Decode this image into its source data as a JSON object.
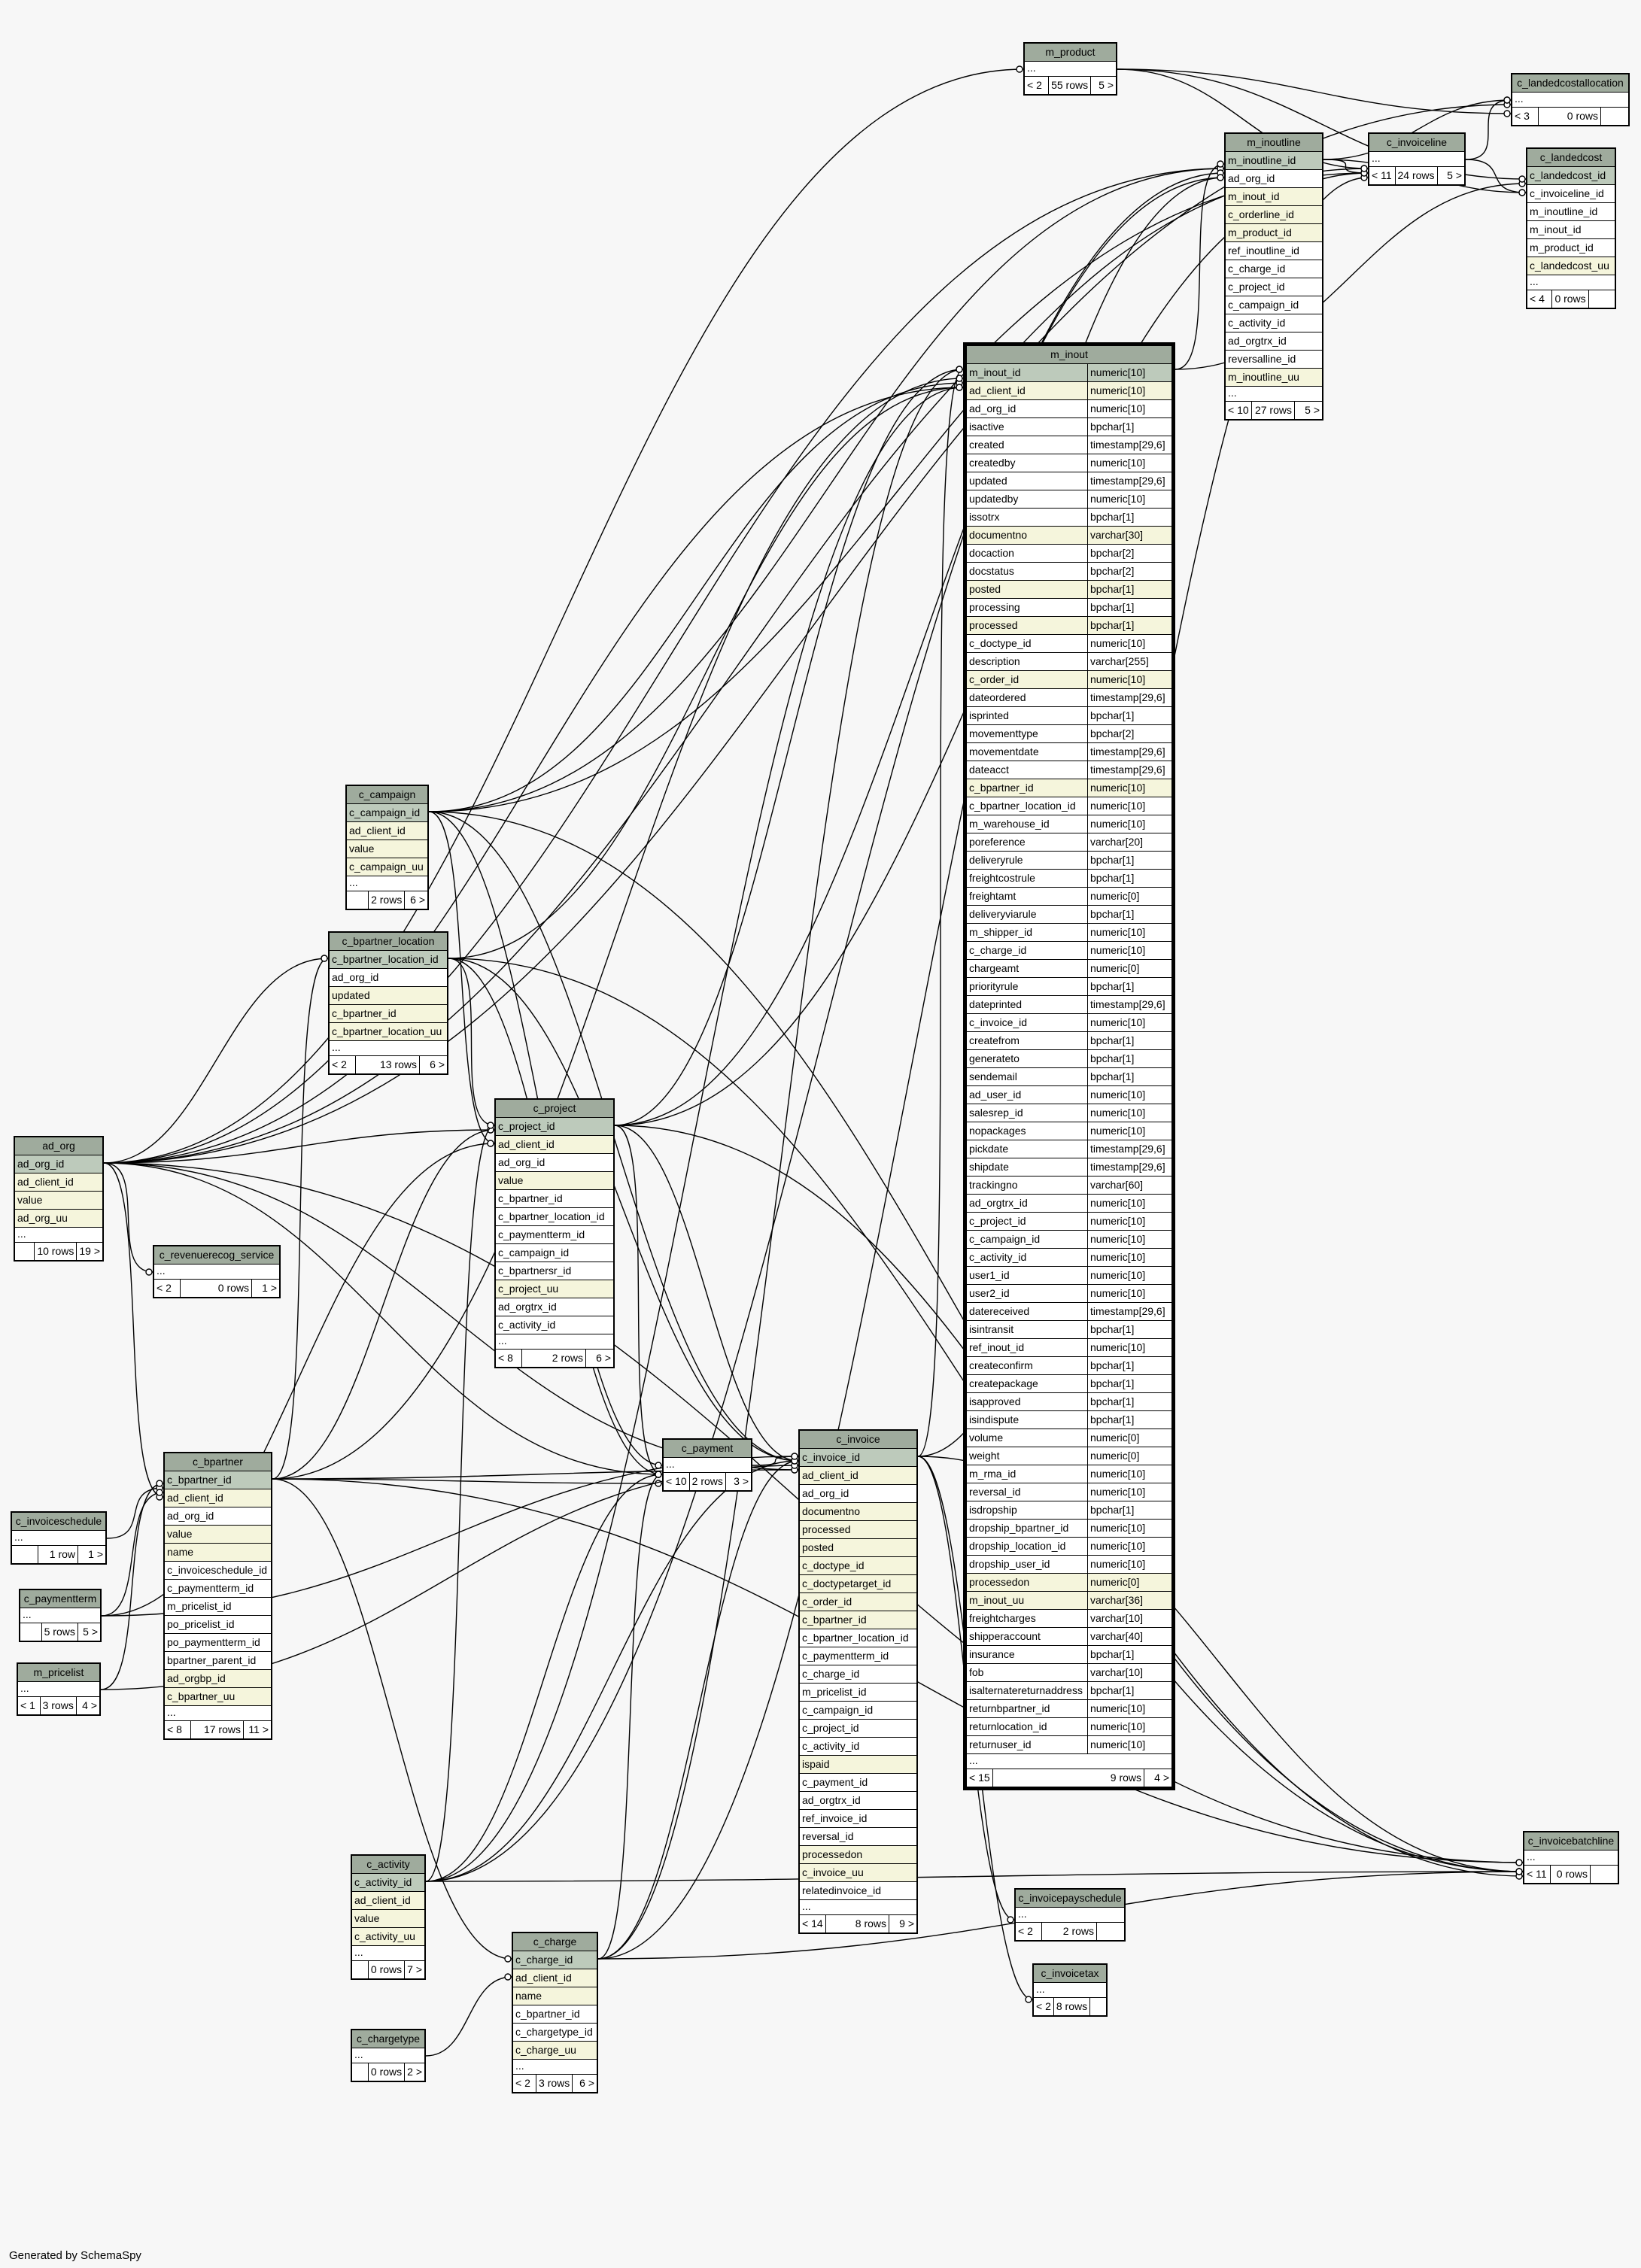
{
  "footer_credit": "Generated by SchemaSpy",
  "tables": {
    "m_product": {
      "name": "m_product",
      "columns": [],
      "footer": [
        "< 2",
        "55 rows",
        "5 >"
      ]
    },
    "c_landedcostallocation": {
      "name": "c_landedcostallocation",
      "columns": [],
      "footer": [
        "< 3",
        "0 rows",
        ""
      ]
    },
    "m_inoutline": {
      "name": "m_inoutline",
      "columns": [
        {
          "n": "m_inoutline_id",
          "k": "pk"
        },
        {
          "n": "ad_org_id",
          "k": ""
        },
        {
          "n": "m_inout_id",
          "k": "idx"
        },
        {
          "n": "c_orderline_id",
          "k": "idx"
        },
        {
          "n": "m_product_id",
          "k": "idx"
        },
        {
          "n": "ref_inoutline_id",
          "k": ""
        },
        {
          "n": "c_charge_id",
          "k": ""
        },
        {
          "n": "c_project_id",
          "k": ""
        },
        {
          "n": "c_campaign_id",
          "k": ""
        },
        {
          "n": "c_activity_id",
          "k": ""
        },
        {
          "n": "ad_orgtrx_id",
          "k": ""
        },
        {
          "n": "reversalline_id",
          "k": ""
        },
        {
          "n": "m_inoutline_uu",
          "k": "idx"
        }
      ],
      "footer": [
        "< 10",
        "27 rows",
        "5 >"
      ]
    },
    "c_invoiceline": {
      "name": "c_invoiceline",
      "columns": [],
      "footer": [
        "< 11",
        "24 rows",
        "5 >"
      ]
    },
    "c_landedcost": {
      "name": "c_landedcost",
      "columns": [
        {
          "n": "c_landedcost_id",
          "k": "pk"
        },
        {
          "n": "c_invoiceline_id",
          "k": ""
        },
        {
          "n": "m_inoutline_id",
          "k": ""
        },
        {
          "n": "m_inout_id",
          "k": ""
        },
        {
          "n": "m_product_id",
          "k": ""
        },
        {
          "n": "c_landedcost_uu",
          "k": "idx"
        }
      ],
      "footer": [
        "< 4",
        "0 rows",
        ""
      ]
    },
    "m_inout": {
      "name": "m_inout",
      "columns": [
        {
          "n": "m_inout_id",
          "t": "numeric[10]",
          "k": "pk"
        },
        {
          "n": "ad_client_id",
          "t": "numeric[10]",
          "k": "idx"
        },
        {
          "n": "ad_org_id",
          "t": "numeric[10]",
          "k": ""
        },
        {
          "n": "isactive",
          "t": "bpchar[1]",
          "k": ""
        },
        {
          "n": "created",
          "t": "timestamp[29,6]",
          "k": ""
        },
        {
          "n": "createdby",
          "t": "numeric[10]",
          "k": ""
        },
        {
          "n": "updated",
          "t": "timestamp[29,6]",
          "k": ""
        },
        {
          "n": "updatedby",
          "t": "numeric[10]",
          "k": ""
        },
        {
          "n": "issotrx",
          "t": "bpchar[1]",
          "k": ""
        },
        {
          "n": "documentno",
          "t": "varchar[30]",
          "k": "idx"
        },
        {
          "n": "docaction",
          "t": "bpchar[2]",
          "k": ""
        },
        {
          "n": "docstatus",
          "t": "bpchar[2]",
          "k": ""
        },
        {
          "n": "posted",
          "t": "bpchar[1]",
          "k": "idx"
        },
        {
          "n": "processing",
          "t": "bpchar[1]",
          "k": ""
        },
        {
          "n": "processed",
          "t": "bpchar[1]",
          "k": "idx"
        },
        {
          "n": "c_doctype_id",
          "t": "numeric[10]",
          "k": ""
        },
        {
          "n": "description",
          "t": "varchar[255]",
          "k": ""
        },
        {
          "n": "c_order_id",
          "t": "numeric[10]",
          "k": "idx"
        },
        {
          "n": "dateordered",
          "t": "timestamp[29,6]",
          "k": ""
        },
        {
          "n": "isprinted",
          "t": "bpchar[1]",
          "k": ""
        },
        {
          "n": "movementtype",
          "t": "bpchar[2]",
          "k": ""
        },
        {
          "n": "movementdate",
          "t": "timestamp[29,6]",
          "k": ""
        },
        {
          "n": "dateacct",
          "t": "timestamp[29,6]",
          "k": ""
        },
        {
          "n": "c_bpartner_id",
          "t": "numeric[10]",
          "k": "idx"
        },
        {
          "n": "c_bpartner_location_id",
          "t": "numeric[10]",
          "k": ""
        },
        {
          "n": "m_warehouse_id",
          "t": "numeric[10]",
          "k": ""
        },
        {
          "n": "poreference",
          "t": "varchar[20]",
          "k": ""
        },
        {
          "n": "deliveryrule",
          "t": "bpchar[1]",
          "k": ""
        },
        {
          "n": "freightcostrule",
          "t": "bpchar[1]",
          "k": ""
        },
        {
          "n": "freightamt",
          "t": "numeric[0]",
          "k": ""
        },
        {
          "n": "deliveryviarule",
          "t": "bpchar[1]",
          "k": ""
        },
        {
          "n": "m_shipper_id",
          "t": "numeric[10]",
          "k": ""
        },
        {
          "n": "c_charge_id",
          "t": "numeric[10]",
          "k": ""
        },
        {
          "n": "chargeamt",
          "t": "numeric[0]",
          "k": ""
        },
        {
          "n": "priorityrule",
          "t": "bpchar[1]",
          "k": ""
        },
        {
          "n": "dateprinted",
          "t": "timestamp[29,6]",
          "k": ""
        },
        {
          "n": "c_invoice_id",
          "t": "numeric[10]",
          "k": ""
        },
        {
          "n": "createfrom",
          "t": "bpchar[1]",
          "k": ""
        },
        {
          "n": "generateto",
          "t": "bpchar[1]",
          "k": ""
        },
        {
          "n": "sendemail",
          "t": "bpchar[1]",
          "k": ""
        },
        {
          "n": "ad_user_id",
          "t": "numeric[10]",
          "k": ""
        },
        {
          "n": "salesrep_id",
          "t": "numeric[10]",
          "k": ""
        },
        {
          "n": "nopackages",
          "t": "numeric[10]",
          "k": ""
        },
        {
          "n": "pickdate",
          "t": "timestamp[29,6]",
          "k": ""
        },
        {
          "n": "shipdate",
          "t": "timestamp[29,6]",
          "k": ""
        },
        {
          "n": "trackingno",
          "t": "varchar[60]",
          "k": ""
        },
        {
          "n": "ad_orgtrx_id",
          "t": "numeric[10]",
          "k": ""
        },
        {
          "n": "c_project_id",
          "t": "numeric[10]",
          "k": ""
        },
        {
          "n": "c_campaign_id",
          "t": "numeric[10]",
          "k": ""
        },
        {
          "n": "c_activity_id",
          "t": "numeric[10]",
          "k": ""
        },
        {
          "n": "user1_id",
          "t": "numeric[10]",
          "k": ""
        },
        {
          "n": "user2_id",
          "t": "numeric[10]",
          "k": ""
        },
        {
          "n": "datereceived",
          "t": "timestamp[29,6]",
          "k": ""
        },
        {
          "n": "isintransit",
          "t": "bpchar[1]",
          "k": ""
        },
        {
          "n": "ref_inout_id",
          "t": "numeric[10]",
          "k": ""
        },
        {
          "n": "createconfirm",
          "t": "bpchar[1]",
          "k": ""
        },
        {
          "n": "createpackage",
          "t": "bpchar[1]",
          "k": ""
        },
        {
          "n": "isapproved",
          "t": "bpchar[1]",
          "k": ""
        },
        {
          "n": "isindispute",
          "t": "bpchar[1]",
          "k": ""
        },
        {
          "n": "volume",
          "t": "numeric[0]",
          "k": ""
        },
        {
          "n": "weight",
          "t": "numeric[0]",
          "k": ""
        },
        {
          "n": "m_rma_id",
          "t": "numeric[10]",
          "k": ""
        },
        {
          "n": "reversal_id",
          "t": "numeric[10]",
          "k": ""
        },
        {
          "n": "isdropship",
          "t": "bpchar[1]",
          "k": ""
        },
        {
          "n": "dropship_bpartner_id",
          "t": "numeric[10]",
          "k": ""
        },
        {
          "n": "dropship_location_id",
          "t": "numeric[10]",
          "k": ""
        },
        {
          "n": "dropship_user_id",
          "t": "numeric[10]",
          "k": ""
        },
        {
          "n": "processedon",
          "t": "numeric[0]",
          "k": "idx"
        },
        {
          "n": "m_inout_uu",
          "t": "varchar[36]",
          "k": "idx"
        },
        {
          "n": "freightcharges",
          "t": "varchar[10]",
          "k": ""
        },
        {
          "n": "shipperaccount",
          "t": "varchar[40]",
          "k": ""
        },
        {
          "n": "insurance",
          "t": "bpchar[1]",
          "k": ""
        },
        {
          "n": "fob",
          "t": "varchar[10]",
          "k": ""
        },
        {
          "n": "isalternatereturnaddress",
          "t": "bpchar[1]",
          "k": ""
        },
        {
          "n": "returnbpartner_id",
          "t": "numeric[10]",
          "k": ""
        },
        {
          "n": "returnlocation_id",
          "t": "numeric[10]",
          "k": ""
        },
        {
          "n": "returnuser_id",
          "t": "numeric[10]",
          "k": ""
        }
      ],
      "footer": [
        "< 15",
        "9 rows",
        "4 >"
      ]
    },
    "c_campaign": {
      "name": "c_campaign",
      "columns": [
        {
          "n": "c_campaign_id",
          "k": "pk"
        },
        {
          "n": "ad_client_id",
          "k": "idx"
        },
        {
          "n": "value",
          "k": "idx"
        },
        {
          "n": "c_campaign_uu",
          "k": "idx"
        }
      ],
      "footer": [
        "",
        "2 rows",
        "6 >"
      ]
    },
    "c_bpartner_location": {
      "name": "c_bpartner_location",
      "columns": [
        {
          "n": "c_bpartner_location_id",
          "k": "pk"
        },
        {
          "n": "ad_org_id",
          "k": ""
        },
        {
          "n": "updated",
          "k": "idx"
        },
        {
          "n": "c_bpartner_id",
          "k": "idx"
        },
        {
          "n": "c_bpartner_location_uu",
          "k": "idx"
        }
      ],
      "footer": [
        "< 2",
        "13 rows",
        "6 >"
      ]
    },
    "ad_org": {
      "name": "ad_org",
      "columns": [
        {
          "n": "ad_org_id",
          "k": "pk"
        },
        {
          "n": "ad_client_id",
          "k": "idx"
        },
        {
          "n": "value",
          "k": "idx"
        },
        {
          "n": "ad_org_uu",
          "k": "idx"
        }
      ],
      "footer": [
        "",
        "10 rows",
        "19 >"
      ]
    },
    "c_revenuerecog_service": {
      "name": "c_revenuerecog_service",
      "columns": [],
      "footer": [
        "< 2",
        "0 rows",
        "1 >"
      ]
    },
    "c_project": {
      "name": "c_project",
      "columns": [
        {
          "n": "c_project_id",
          "k": "pk"
        },
        {
          "n": "ad_client_id",
          "k": "idx"
        },
        {
          "n": "ad_org_id",
          "k": ""
        },
        {
          "n": "value",
          "k": "idx"
        },
        {
          "n": "c_bpartner_id",
          "k": ""
        },
        {
          "n": "c_bpartner_location_id",
          "k": ""
        },
        {
          "n": "c_paymentterm_id",
          "k": ""
        },
        {
          "n": "c_campaign_id",
          "k": ""
        },
        {
          "n": "c_bpartnersr_id",
          "k": ""
        },
        {
          "n": "c_project_uu",
          "k": "idx"
        },
        {
          "n": "ad_orgtrx_id",
          "k": ""
        },
        {
          "n": "c_activity_id",
          "k": ""
        }
      ],
      "footer": [
        "< 8",
        "2 rows",
        "6 >"
      ]
    },
    "c_payment": {
      "name": "c_payment",
      "columns": [],
      "footer": [
        "< 10",
        "2 rows",
        "3 >"
      ]
    },
    "c_invoice": {
      "name": "c_invoice",
      "columns": [
        {
          "n": "c_invoice_id",
          "k": "pk"
        },
        {
          "n": "ad_client_id",
          "k": "idx"
        },
        {
          "n": "ad_org_id",
          "k": ""
        },
        {
          "n": "documentno",
          "k": "idx"
        },
        {
          "n": "processed",
          "k": "idx"
        },
        {
          "n": "posted",
          "k": "idx"
        },
        {
          "n": "c_doctype_id",
          "k": "idx"
        },
        {
          "n": "c_doctypetarget_id",
          "k": "idx"
        },
        {
          "n": "c_order_id",
          "k": "idx"
        },
        {
          "n": "c_bpartner_id",
          "k": "idx"
        },
        {
          "n": "c_bpartner_location_id",
          "k": ""
        },
        {
          "n": "c_paymentterm_id",
          "k": ""
        },
        {
          "n": "c_charge_id",
          "k": ""
        },
        {
          "n": "m_pricelist_id",
          "k": ""
        },
        {
          "n": "c_campaign_id",
          "k": ""
        },
        {
          "n": "c_project_id",
          "k": ""
        },
        {
          "n": "c_activity_id",
          "k": ""
        },
        {
          "n": "ispaid",
          "k": "idx"
        },
        {
          "n": "c_payment_id",
          "k": ""
        },
        {
          "n": "ad_orgtrx_id",
          "k": ""
        },
        {
          "n": "ref_invoice_id",
          "k": ""
        },
        {
          "n": "reversal_id",
          "k": ""
        },
        {
          "n": "processedon",
          "k": "idx"
        },
        {
          "n": "c_invoice_uu",
          "k": "idx"
        },
        {
          "n": "relatedinvoice_id",
          "k": ""
        }
      ],
      "footer": [
        "< 14",
        "8 rows",
        "9 >"
      ]
    },
    "c_bpartner": {
      "name": "c_bpartner",
      "columns": [
        {
          "n": "c_bpartner_id",
          "k": "pk"
        },
        {
          "n": "ad_client_id",
          "k": "idx"
        },
        {
          "n": "ad_org_id",
          "k": ""
        },
        {
          "n": "value",
          "k": "idx"
        },
        {
          "n": "name",
          "k": "idx"
        },
        {
          "n": "c_invoiceschedule_id",
          "k": ""
        },
        {
          "n": "c_paymentterm_id",
          "k": ""
        },
        {
          "n": "m_pricelist_id",
          "k": ""
        },
        {
          "n": "po_pricelist_id",
          "k": ""
        },
        {
          "n": "po_paymentterm_id",
          "k": ""
        },
        {
          "n": "bpartner_parent_id",
          "k": ""
        },
        {
          "n": "ad_orgbp_id",
          "k": "idx"
        },
        {
          "n": "c_bpartner_uu",
          "k": "idx"
        }
      ],
      "footer": [
        "< 8",
        "17 rows",
        "11 >"
      ]
    },
    "c_invoiceschedule": {
      "name": "c_invoiceschedule",
      "columns": [],
      "footer": [
        "",
        "1 row",
        "1 >"
      ]
    },
    "c_paymentterm": {
      "name": "c_paymentterm",
      "columns": [],
      "footer": [
        "",
        "5 rows",
        "5 >"
      ]
    },
    "m_pricelist": {
      "name": "m_pricelist",
      "columns": [],
      "footer": [
        "< 1",
        "3 rows",
        "4 >"
      ]
    },
    "c_activity": {
      "name": "c_activity",
      "columns": [
        {
          "n": "c_activity_id",
          "k": "pk"
        },
        {
          "n": "ad_client_id",
          "k": "idx"
        },
        {
          "n": "value",
          "k": "idx"
        },
        {
          "n": "c_activity_uu",
          "k": "idx"
        }
      ],
      "footer": [
        "",
        "0 rows",
        "7 >"
      ]
    },
    "c_charge": {
      "name": "c_charge",
      "columns": [
        {
          "n": "c_charge_id",
          "k": "pk"
        },
        {
          "n": "ad_client_id",
          "k": "idx"
        },
        {
          "n": "name",
          "k": "idx"
        },
        {
          "n": "c_bpartner_id",
          "k": ""
        },
        {
          "n": "c_chargetype_id",
          "k": ""
        },
        {
          "n": "c_charge_uu",
          "k": "idx"
        }
      ],
      "footer": [
        "< 2",
        "3 rows",
        "6 >"
      ]
    },
    "c_chargetype": {
      "name": "c_chargetype",
      "columns": [],
      "footer": [
        "",
        "0 rows",
        "2 >"
      ]
    },
    "c_invoicepayschedule": {
      "name": "c_invoicepayschedule",
      "columns": [],
      "footer": [
        "< 2",
        "2 rows",
        ""
      ]
    },
    "c_invoicetax": {
      "name": "c_invoicetax",
      "columns": [],
      "footer": [
        "< 2",
        "8 rows",
        ""
      ]
    },
    "c_invoicebatchline": {
      "name": "c_invoicebatchline",
      "columns": [],
      "footer": [
        "< 11",
        "0 rows",
        ""
      ]
    }
  }
}
